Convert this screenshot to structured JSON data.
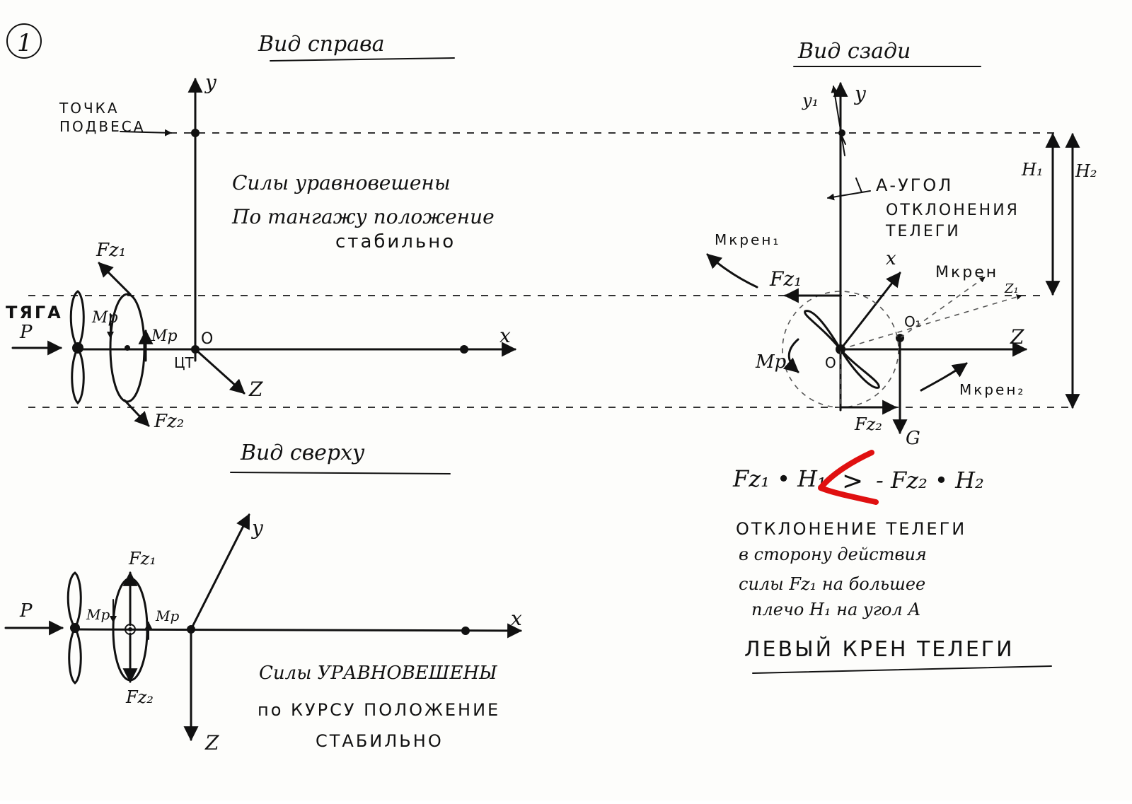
{
  "sheet_number": "1",
  "right_view": {
    "title": "Вид справа",
    "axis_y": "y",
    "axis_x": "x",
    "axis_z": "Z",
    "origin": "O",
    "cg": "ЦТ",
    "suspension_point": [
      "ТОЧКА",
      "ПОДВЕСА"
    ],
    "thrust": [
      "ТЯГА",
      "Р"
    ],
    "fz1": "Fz₁",
    "fz2": "Fz₂",
    "mp_left": "Мр",
    "mp_right": "Мр",
    "note": [
      "Силы уравновешены",
      "По тангажу положение",
      "стабильно"
    ]
  },
  "rear_view": {
    "title": "Вид сзади",
    "axis_y": "y",
    "axis_y1": "y₁",
    "axis_x": "x",
    "axis_z": "Z",
    "axis_z1": "Z₁",
    "origin": "O",
    "origin1": "O₁",
    "h1": "H₁",
    "h2": "H₂",
    "angle_note": [
      "А-УГОЛ",
      "ОТКЛОНЕНИЯ",
      "ТЕЛЕГИ"
    ],
    "mkren1": "Мкрен₁",
    "mkren": "Мкрен",
    "mkren2": "Мкрен₂",
    "fz1": "Fz₁",
    "fz2": "Fz₂",
    "mp": "Мр",
    "g": "G"
  },
  "equation": {
    "left": "Fz₁ • H₁",
    "sign": ">",
    "right": "- Fz₂ • H₂",
    "correction_color": "#e01010"
  },
  "conclusion": {
    "lines": [
      "ОТКЛОНЕНИЕ ТЕЛЕГИ",
      "в сторону действия",
      "силы Fz₁ на большее",
      "плечо H₁ на угол А"
    ],
    "final": "ЛЕВЫЙ КРЕН ТЕЛЕГИ"
  },
  "top_view": {
    "title": "Вид сверху",
    "axis_y": "y",
    "axis_x": "x",
    "axis_z": "Z",
    "thrust": "Р",
    "fz1": "Fz₁",
    "fz2": "Fz₂",
    "mp_left": "Мр",
    "mp_right": "Мр",
    "note": [
      "Силы УРАВНОВЕШЕНЫ",
      "по КУРСУ ПОЛОЖЕНИЕ",
      "СТАБИЛЬНО"
    ]
  }
}
